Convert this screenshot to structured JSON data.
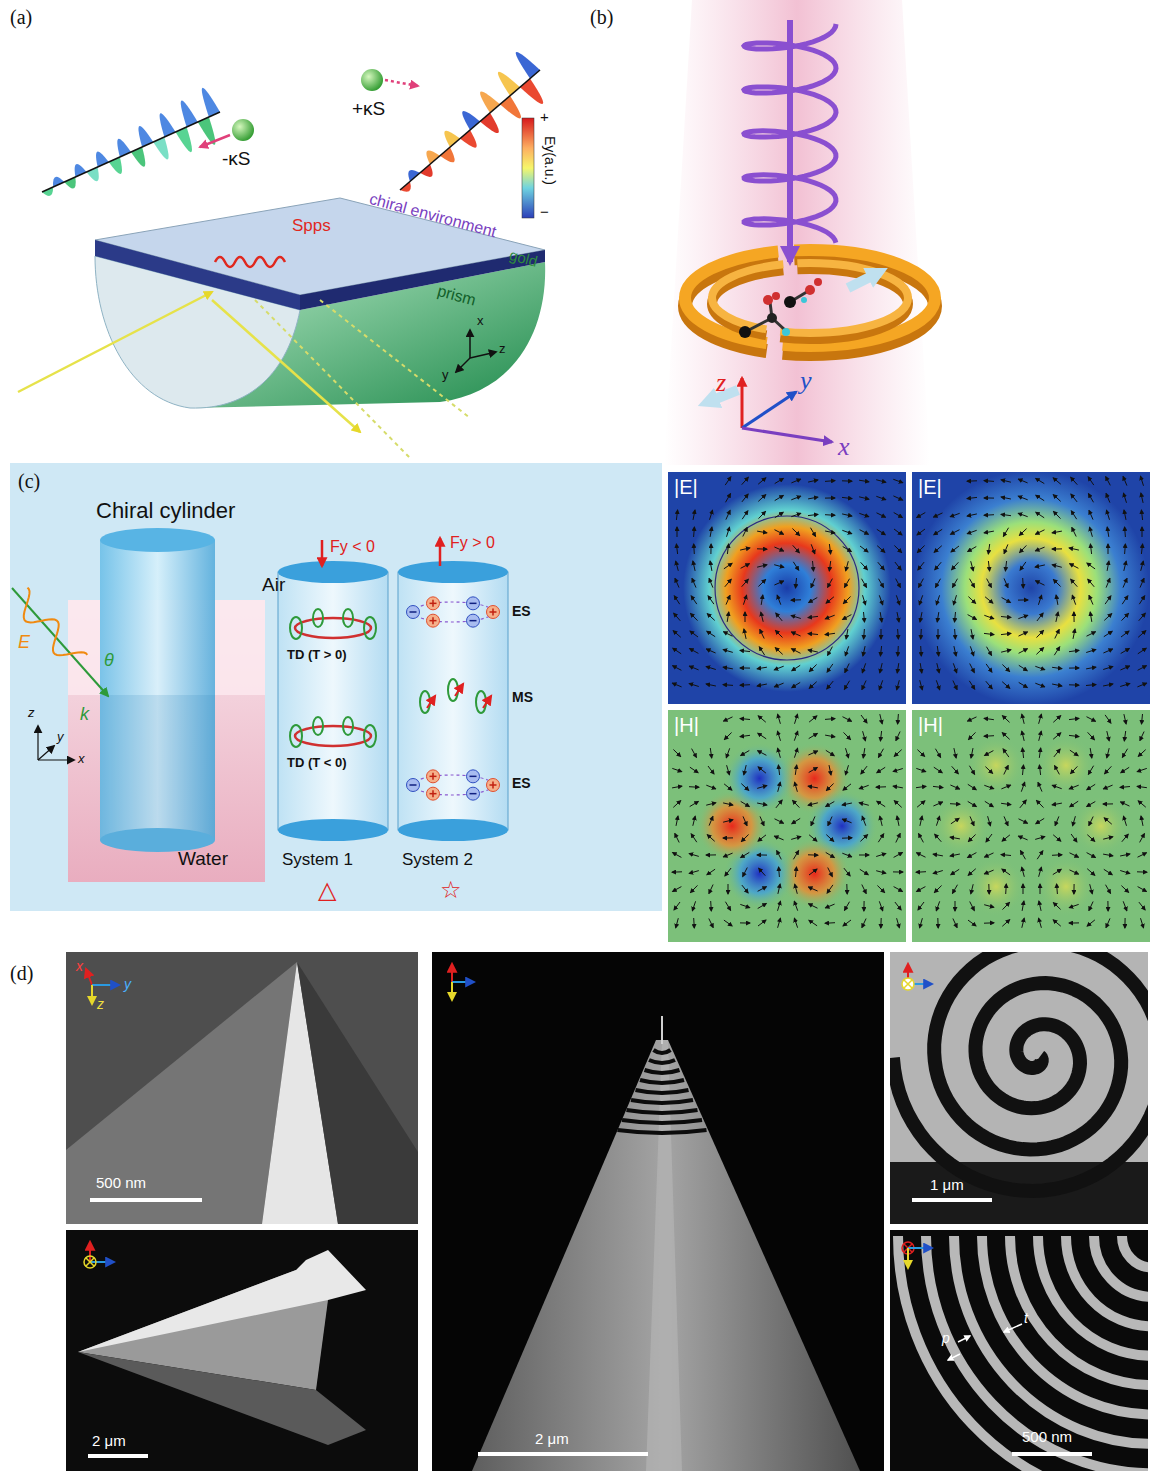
{
  "diagram": {
    "nodes": [
      {
        "text": [
          "(c)",
          "Chiral cylinder",
          "Air",
          "Water",
          "E",
          "θ",
          "k",
          "z",
          "y",
          "x",
          "△",
          "☆"
        ]
      },
      {
        "text": [
          "Fy < 0",
          "TD (T > 0)",
          "TD (T < 0)",
          "System 1"
        ],
        "in": 0
      },
      {
        "text": [
          "Fy > 0",
          "ES",
          "MS",
          "ES",
          "System 2"
        ],
        "in": 0
      },
      {
        "text": [
          "|E|"
        ]
      },
      {
        "text": [
          "|E|"
        ]
      },
      {
        "text": [
          "|H|"
        ]
      },
      {
        "text": [
          "|H|"
        ]
      },
      {
        "text": [
          "x",
          "y",
          "z",
          "500 nm"
        ]
      },
      {
        "text": [
          "2 μm"
        ]
      },
      {
        "text": [
          "2 μm"
        ]
      },
      {
        "text": [
          "1 μm"
        ]
      },
      {
        "text": [
          "t",
          "p",
          "500 nm"
        ]
      }
    ],
    "labels": [
      "(a)",
      "-κS",
      "+κS",
      "+",
      "Ey(a.u.)",
      "−",
      "Spps",
      "chiral environment",
      "gold",
      "prism",
      "x",
      "y",
      "z",
      "(b)",
      "z",
      "y",
      "x",
      "(d)"
    ]
  }
}
